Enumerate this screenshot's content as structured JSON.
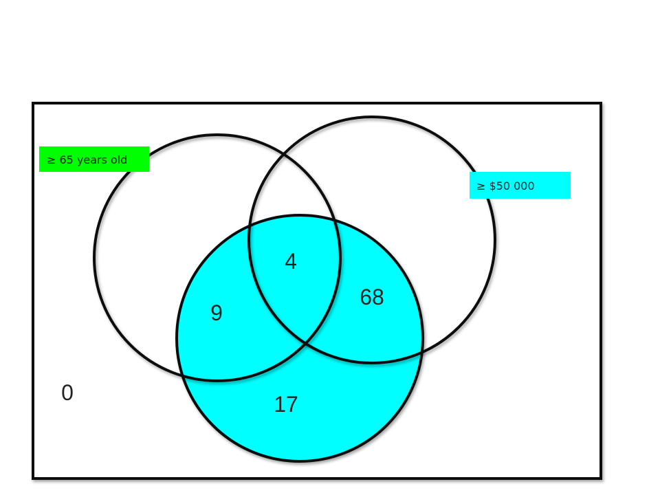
{
  "diagram": {
    "sets": [
      {
        "id": "age",
        "tag": "≥ 65 years old",
        "tag_color": "#00ff00"
      },
      {
        "id": "income",
        "tag": "≥ $50 000",
        "tag_color": "#00ffff"
      },
      {
        "id": "shaded",
        "tag": "",
        "fill_color": "#00ffff"
      }
    ],
    "regions": {
      "outside": "0",
      "age_and_shaded_only": "9",
      "all_three": "4",
      "income_and_shaded_only": "68",
      "shaded_only": "17"
    },
    "colors": {
      "outline": "#111111",
      "frame": "#111111",
      "shaded_fill": "#00ffff"
    }
  }
}
